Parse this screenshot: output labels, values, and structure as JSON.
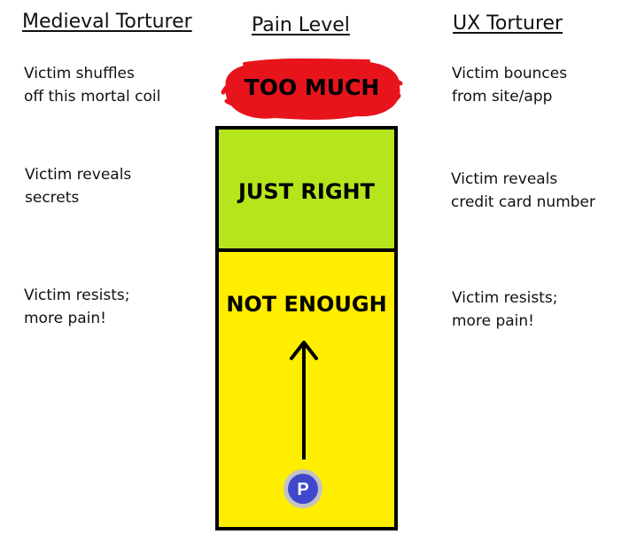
{
  "columns": {
    "left": {
      "title": "Medieval Torturer"
    },
    "center": {
      "title": "Pain Level"
    },
    "right": {
      "title": "UX Torturer"
    }
  },
  "levels": [
    {
      "label": "TOO MUCH",
      "color": "#e8141c"
    },
    {
      "label": "JUST RIGHT",
      "color": "#b5e61d"
    },
    {
      "label": "NOT ENOUGH",
      "color": "#ffee00"
    }
  ],
  "medieval_notes": [
    [
      "Victim shuffles",
      "off this mortal coil"
    ],
    [
      "Victim reveals",
      "secrets"
    ],
    [
      "Victim resists;",
      "more pain!"
    ]
  ],
  "ux_notes": [
    [
      "Victim bounces",
      "from site/app"
    ],
    [
      "Victim reveals",
      "credit card number"
    ],
    [
      "Victim resists;",
      "more pain!"
    ]
  ],
  "marker": {
    "letter": "P",
    "icon": "p-circle-icon",
    "fill_color": "#3f48cc",
    "ring_color": "#c3c3c3"
  }
}
